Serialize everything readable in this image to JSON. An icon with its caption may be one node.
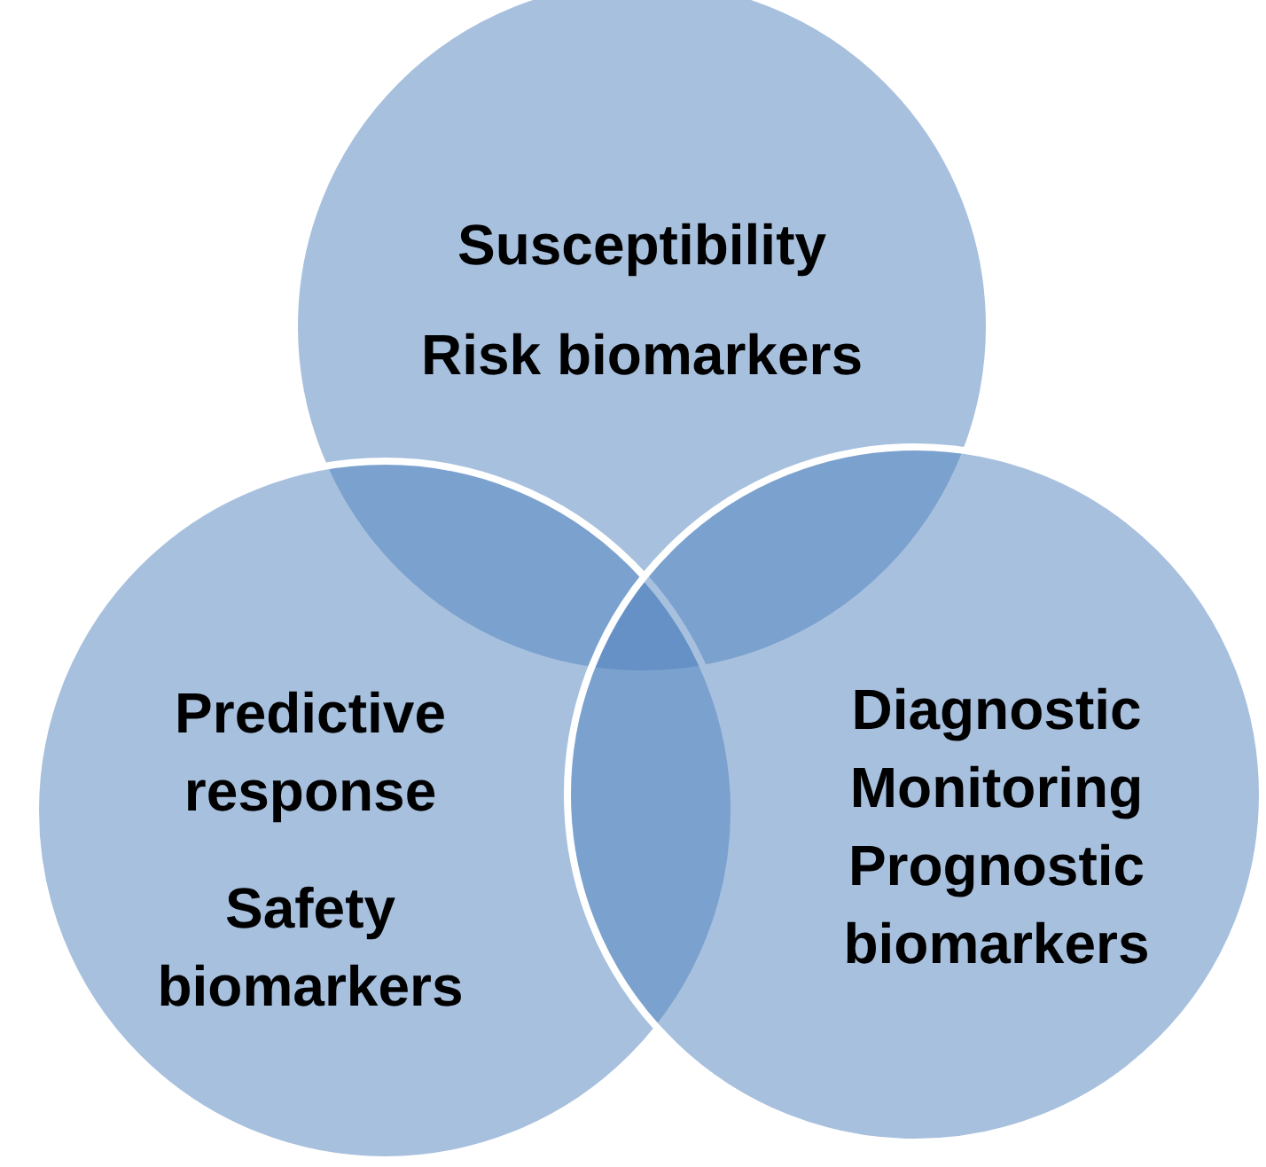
{
  "diagram": {
    "nodes": [
      {
        "text": [
          "Susceptibility",
          "Risk biomarkers"
        ]
      },
      {
        "text": [
          "Predictive response",
          "Safety biomarkers"
        ]
      },
      {
        "text": [
          "Diagnostic Monitoring Prognostic biomarkers"
        ]
      }
    ]
  }
}
